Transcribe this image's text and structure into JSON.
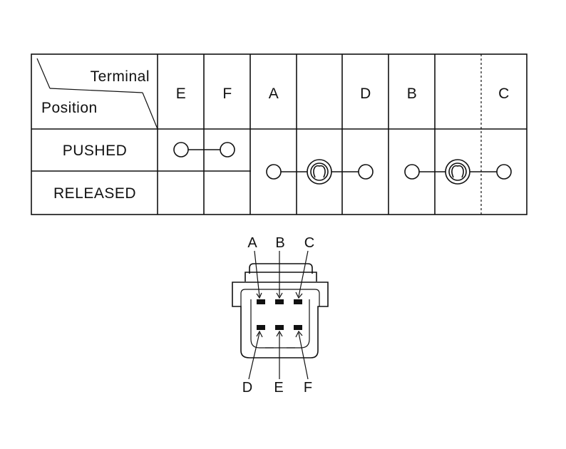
{
  "table": {
    "header_top": "Terminal",
    "header_bottom": "Position",
    "terminals": [
      "E",
      "F",
      "A",
      "D",
      "B",
      "C"
    ],
    "rows": [
      "PUSHED",
      "RELEASED"
    ]
  },
  "connector": {
    "top_pins": [
      "A",
      "B",
      "C"
    ],
    "bottom_pins": [
      "D",
      "E",
      "F"
    ]
  }
}
